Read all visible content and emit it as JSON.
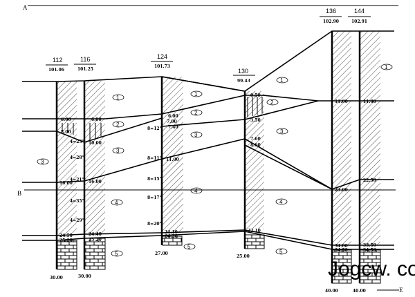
{
  "section_labels": {
    "a": "A",
    "b": "B",
    "end": "E"
  },
  "boreholes": [
    {
      "id": "112",
      "elevation": "101.06",
      "depths": [
        "6.00",
        "8.00",
        "16.00",
        "24.50",
        "25.20"
      ],
      "bottom": "30.00"
    },
    {
      "id": "116",
      "elevation": "101.25",
      "depths": [
        "6.00",
        "10.00",
        "16.00",
        "24.40",
        "25.20"
      ],
      "bottom": "30.00"
    },
    {
      "id": "124",
      "elevation": "101.73",
      "depths": [
        "6.00",
        "7.00",
        "7.40",
        "11.00",
        "24.10",
        "24.20"
      ],
      "bottom": "27.00"
    },
    {
      "id": "130",
      "elevation": "99.43",
      "depths": [
        "0.50",
        "3.50",
        "7.60",
        "8.60",
        "22.10"
      ],
      "bottom": "25.00"
    },
    {
      "id": "136",
      "elevation": "102.90",
      "depths": [
        "11.00",
        "23.00",
        "34.00",
        "34.50"
      ],
      "bottom": "40.00"
    },
    {
      "id": "144",
      "elevation": "102.91",
      "depths": [
        "11.00",
        "22.50",
        "33.50",
        "34.50"
      ],
      "bottom": "40.00"
    }
  ],
  "angles": [
    "4=21°",
    "4=23°",
    "4=28°",
    "4=35°",
    "4=29°",
    "8=12°",
    "8=11°",
    "8=15°",
    "8=17°",
    "8=20°"
  ],
  "layers": [
    "1",
    "2",
    "3",
    "4",
    "5"
  ],
  "watermark": "Jogcw. com"
}
